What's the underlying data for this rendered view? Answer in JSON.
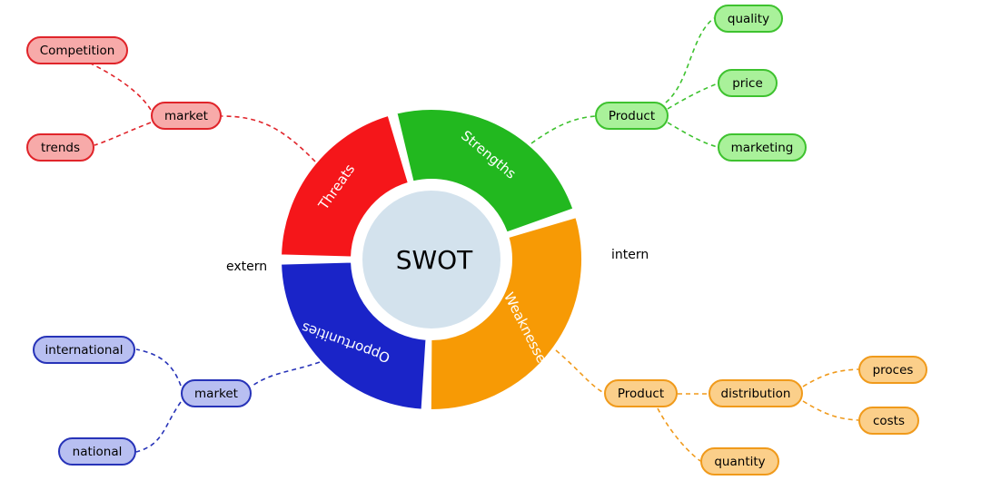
{
  "center": {
    "label": "SWOT",
    "fill": "#d3e2ed"
  },
  "segments": [
    {
      "key": "strengths",
      "label": "Strengths",
      "color": "#22b81f"
    },
    {
      "key": "weaknesses",
      "label": "Weaknesses",
      "color": "#f79a05"
    },
    {
      "key": "opportunities",
      "label": "Opportunities",
      "color": "#1a24c8"
    },
    {
      "key": "threats",
      "label": "Threats",
      "color": "#f5161a"
    }
  ],
  "sides": {
    "left": "extern",
    "right": "intern"
  },
  "threats": {
    "hub": "market",
    "children": [
      "Competition",
      "trends"
    ]
  },
  "strengths": {
    "hub": "Product",
    "children": [
      "quality",
      "price",
      "marketing"
    ]
  },
  "opportunities": {
    "hub": "market",
    "children": [
      "international",
      "national"
    ]
  },
  "weaknesses": {
    "hub": "Product",
    "distribution": "distribution",
    "distribution_children": [
      "proces",
      "costs"
    ],
    "quantity": "quantity"
  },
  "colors": {
    "red_line": "#e0242a",
    "green_line": "#3ec22f",
    "blue_line": "#2733b8",
    "orange_line": "#f09a1b"
  }
}
